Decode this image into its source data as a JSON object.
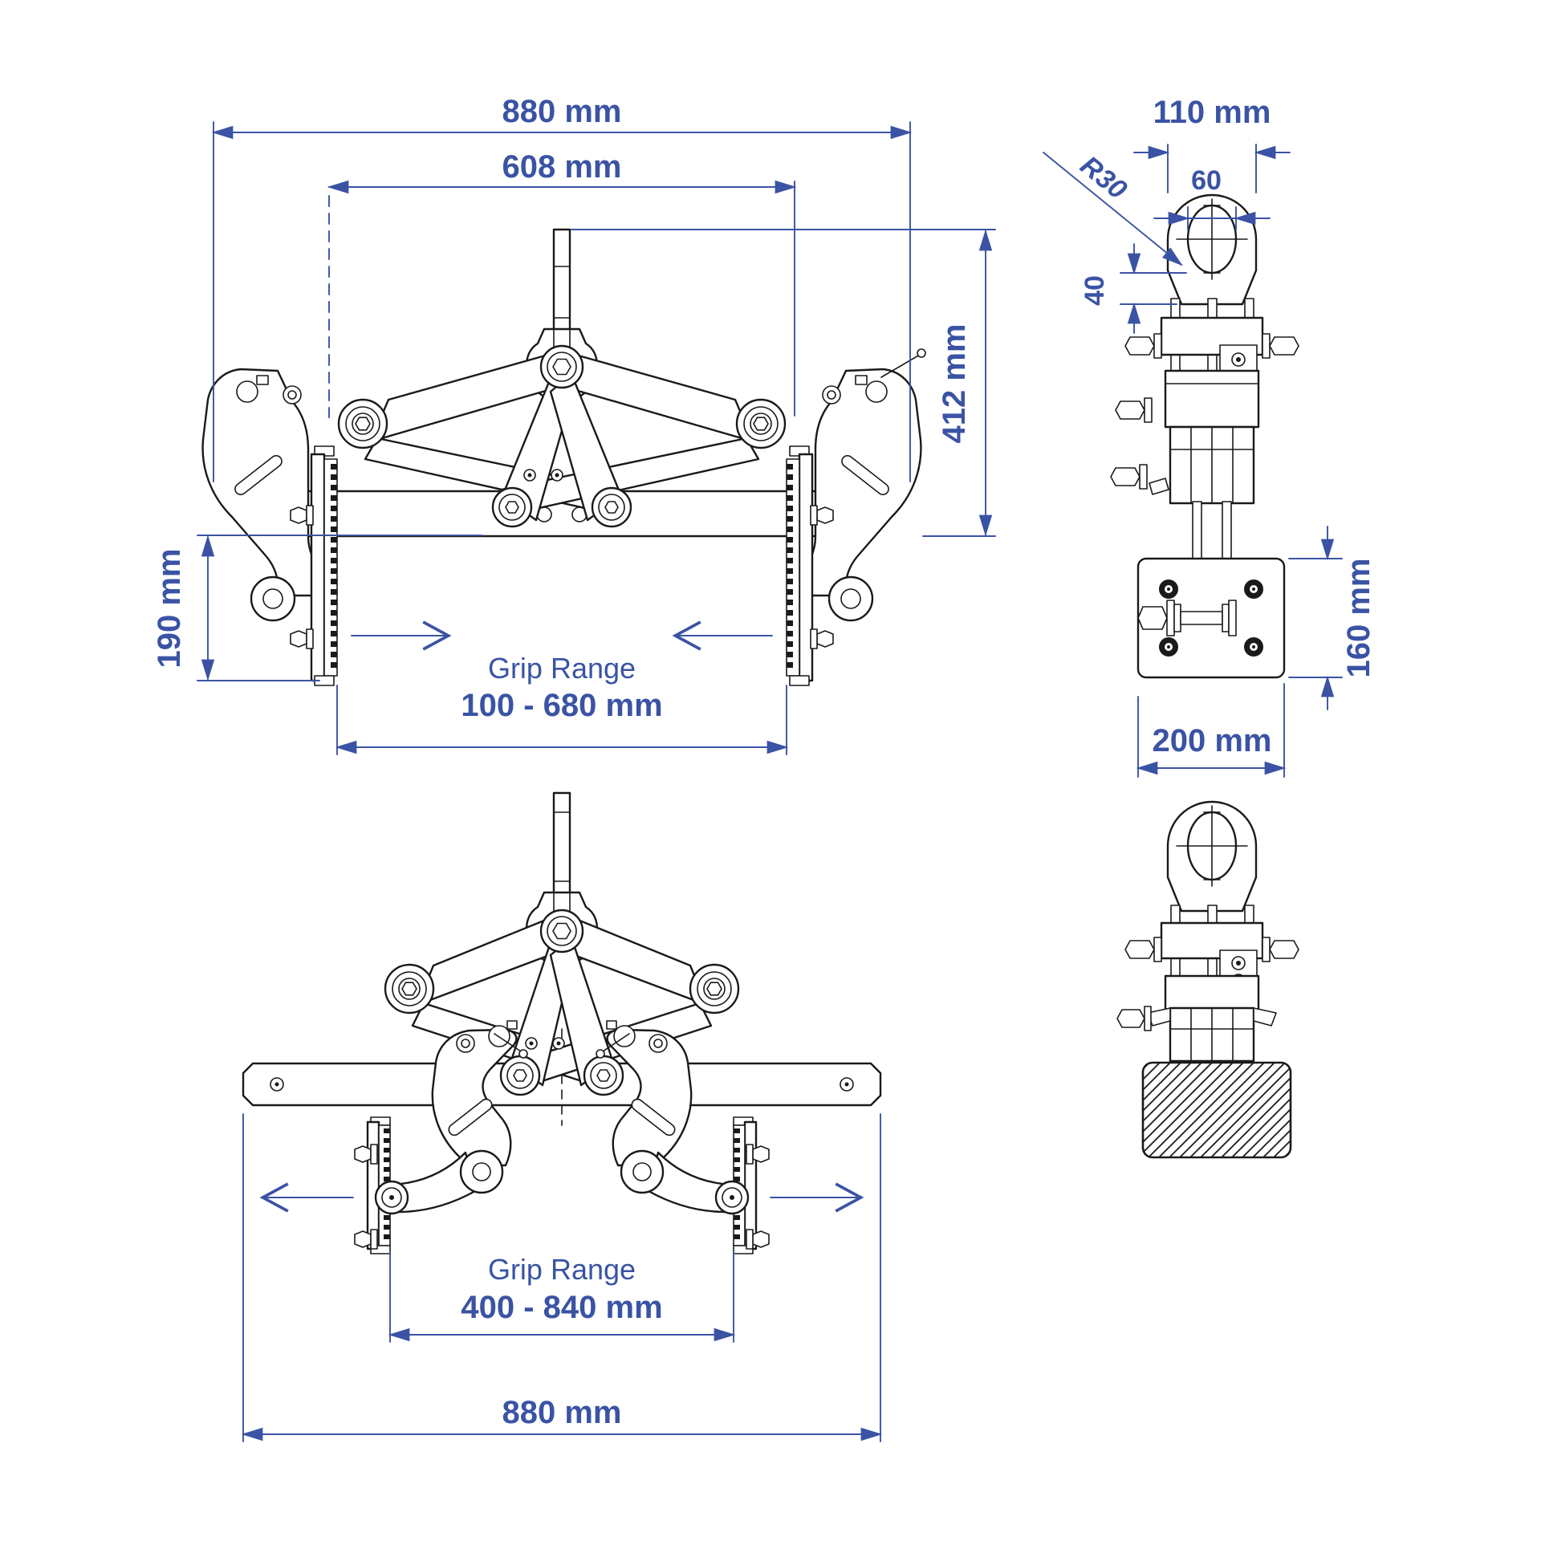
{
  "drawing": {
    "front_closed": {
      "width_overall": "880 mm",
      "width_arms": "608 mm",
      "height": "412 mm",
      "jaw_height": "190 mm",
      "grip_label": "Grip Range",
      "grip_value": "100 - 680 mm"
    },
    "side": {
      "head_width": "110 mm",
      "eye_radius": "R30",
      "eye_hole_width": "60",
      "eye_depth": "40",
      "pad_plate_height": "160 mm",
      "pad_plate_width": "200 mm"
    },
    "front_open": {
      "grip_label": "Grip Range",
      "grip_value": "400 - 840 mm",
      "width_overall": "880 mm"
    }
  },
  "colors": {
    "dimension_blue": "#3a53a4",
    "line_black": "#1a1a1a",
    "background": "#ffffff"
  }
}
